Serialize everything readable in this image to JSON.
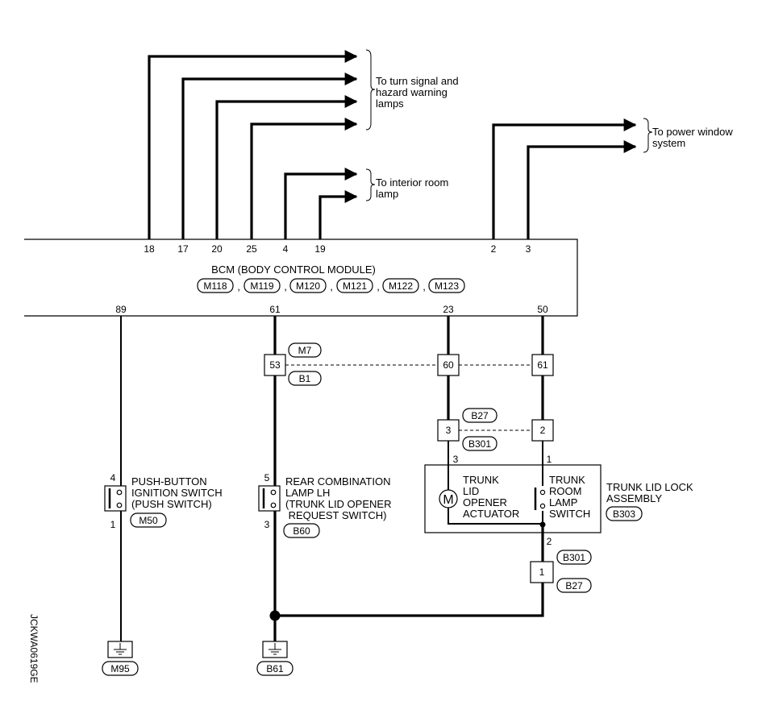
{
  "destinations": {
    "turn_signal": [
      "To turn signal and",
      "hazard warning",
      "lamps"
    ],
    "interior_room": [
      "To interior room",
      "lamp"
    ],
    "power_window": [
      "To power window",
      "system"
    ]
  },
  "bcm": {
    "title": "BCM (BODY CONTROL MODULE)",
    "connectors": [
      "M118",
      "M119",
      "M120",
      "M121",
      "M122",
      "M123"
    ],
    "top_pins": [
      "18",
      "17",
      "20",
      "25",
      "4",
      "19",
      "2",
      "3"
    ],
    "bottom_pins": [
      "89",
      "61",
      "23",
      "50"
    ]
  },
  "joints": {
    "m7_b1": {
      "upper": "M7",
      "lower": "B1",
      "pins": [
        "53",
        "60",
        "61"
      ]
    },
    "b27_b301": {
      "upper": "B27",
      "lower": "B301",
      "pins": [
        "3",
        "2"
      ]
    },
    "b301_b27": {
      "upper": "B301",
      "lower": "B27",
      "pin": "1"
    }
  },
  "push_switch": {
    "lines": [
      "PUSH-BUTTON",
      "IGNITION SWITCH",
      "(PUSH SWITCH)"
    ],
    "connector": "M50",
    "pin_top": "4",
    "pin_bottom": "1"
  },
  "rear_lamp": {
    "lines": [
      "REAR COMBINATION",
      "LAMP LH",
      "(TRUNK LID OPENER",
      " REQUEST SWITCH)"
    ],
    "connector": "B60",
    "pin_top": "5",
    "pin_bottom": "3"
  },
  "trunk_assembly": {
    "title_lines": [
      "TRUNK LID LOCK",
      "ASSEMBLY"
    ],
    "connector": "B303",
    "actuator_lines": [
      "TRUNK",
      "LID",
      "OPENER",
      "ACTUATOR"
    ],
    "switch_lines": [
      "TRUNK",
      "ROOM",
      "LAMP",
      "SWITCH"
    ],
    "motor_symbol": "M",
    "pin_actuator": "3",
    "pin_switch": "1",
    "pin_out": "2"
  },
  "grounds": {
    "left": "M95",
    "right": "B61"
  },
  "figure_id": "JCKWA0619GE"
}
